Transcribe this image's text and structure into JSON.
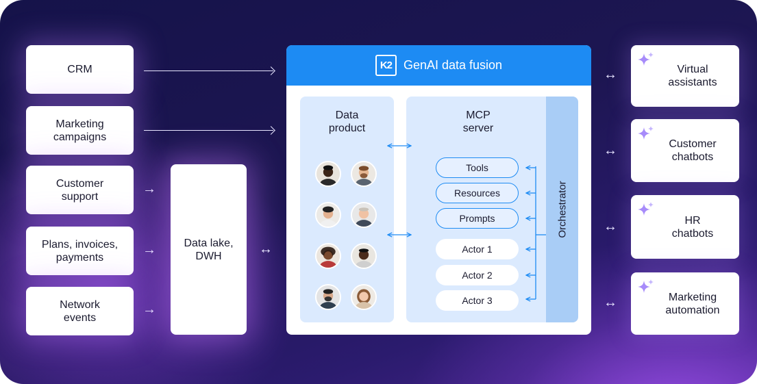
{
  "sources": [
    {
      "line1": "CRM",
      "line2": ""
    },
    {
      "line1": "Marketing",
      "line2": "campaigns"
    },
    {
      "line1": "Customer",
      "line2": "support"
    },
    {
      "line1": "Plans, invoices,",
      "line2": "payments"
    },
    {
      "line1": "Network",
      "line2": "events"
    }
  ],
  "data_lake": {
    "line1": "Data lake,",
    "line2": "DWH"
  },
  "main": {
    "logo_text": "K2",
    "title": "GenAI data fusion",
    "data_product": {
      "line1": "Data",
      "line2": "product"
    },
    "mcp_server": {
      "line1": "MCP",
      "line2": "server"
    },
    "capabilities": [
      "Tools",
      "Resources",
      "Prompts"
    ],
    "actors": [
      "Actor 1",
      "Actor 2",
      "Actor 3"
    ],
    "orchestrator": "Orchestrator"
  },
  "destinations": [
    {
      "line1": "Virtual",
      "line2": "assistants"
    },
    {
      "line1": "Customer",
      "line2": "chatbots"
    },
    {
      "line1": "HR",
      "line2": "chatbots"
    },
    {
      "line1": "Marketing",
      "line2": "automation"
    }
  ],
  "glyphs": {
    "right_arrow": "→",
    "two_way": "↔"
  },
  "colors": {
    "accent_blue": "#1d8bf3",
    "panel_blue": "#dbeafe",
    "orchestrator_blue": "#a9cdf6",
    "sparkle_violet": "#a78bfa"
  }
}
